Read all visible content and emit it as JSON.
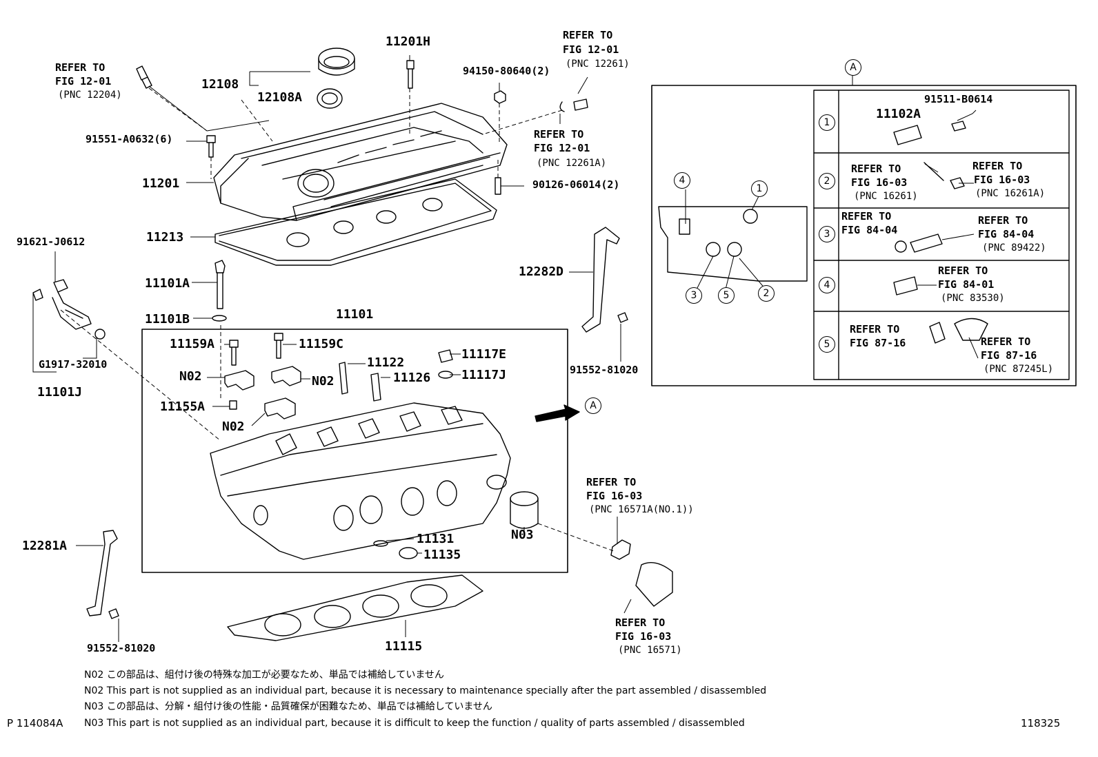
{
  "parts": {
    "p11201H": "11201H",
    "p12108": "12108",
    "p12108A": "12108A",
    "p94150": "94150-80640(2)",
    "p91551": "91551-A0632(6)",
    "p11201": "11201",
    "p90126": "90126-06014(2)",
    "p11213": "11213",
    "p91621": "91621-J0612",
    "p11101A": "11101A",
    "p11101B": "11101B",
    "p11101": "11101",
    "pG1917": "G1917-32010",
    "p11101J": "11101J",
    "p12282D": "12282D",
    "p91552a": "91552-81020",
    "p11159A": "11159A",
    "p11159C": "11159C",
    "p11117E": "11117E",
    "pN02a": "N02",
    "pN02b": "N02",
    "pN02c": "N02",
    "p11122": "11122",
    "p11126": "11126",
    "p11117J": "11117J",
    "p11155A": "11155A",
    "pN03": "N03",
    "p11131": "11131",
    "p11135": "11135",
    "p12281A": "12281A",
    "p91552b": "91552-81020",
    "p11115": "11115"
  },
  "refs": {
    "r1": [
      "REFER TO",
      "FIG 12-01",
      "(PNC 12204)"
    ],
    "r2": [
      "REFER TO",
      "FIG 12-01",
      "(PNC 12261)"
    ],
    "r3": [
      "REFER TO",
      "FIG 12-01",
      "(PNC 12261A)"
    ],
    "r4": [
      "REFER TO",
      "FIG 16-03",
      "(PNC 16571A(NO.1))"
    ],
    "r5": [
      "REFER TO",
      "FIG 16-03",
      "(PNC 16571)"
    ]
  },
  "callout_letter": "A",
  "detail": {
    "rows": [
      "1",
      "2",
      "3",
      "4",
      "5"
    ],
    "markers": [
      "4",
      "1",
      "3",
      "5",
      "2"
    ],
    "row1": {
      "part": "11102A",
      "bolt": "91511-B0614"
    },
    "row2": {
      "left": [
        "REFER TO",
        "FIG 16-03",
        "(PNC 16261)"
      ],
      "right": [
        "REFER TO",
        "FIG 16-03",
        "(PNC 16261A)"
      ]
    },
    "row3": {
      "left": [
        "REFER TO",
        "FIG 84-04"
      ],
      "right": [
        "REFER TO",
        "FIG 84-04",
        "(PNC 89422)"
      ]
    },
    "row4": {
      "right": [
        "REFER TO",
        "FIG 84-01",
        "(PNC 83530)"
      ]
    },
    "row5": {
      "left": [
        "REFER TO",
        "FIG 87-16"
      ],
      "right": [
        "REFER TO",
        "FIG 87-16",
        "(PNC 87245L)"
      ]
    }
  },
  "notes": [
    "N02  この部品は、組付け後の特殊な加工が必要なため、単品では補給していません",
    "N02  This part is not supplied as an individual part, because it is necessary to maintenance specially after the part assembled / disassembled",
    "N03  この部品は、分解・組付け後の性能・品質確保が困難なため、単品では補給していません",
    "N03  This part is not supplied as an individual part, because it is difficult to keep the function / quality of parts  assembled / disassembled"
  ],
  "footer": {
    "left": "P  114084A",
    "right": "118325"
  }
}
